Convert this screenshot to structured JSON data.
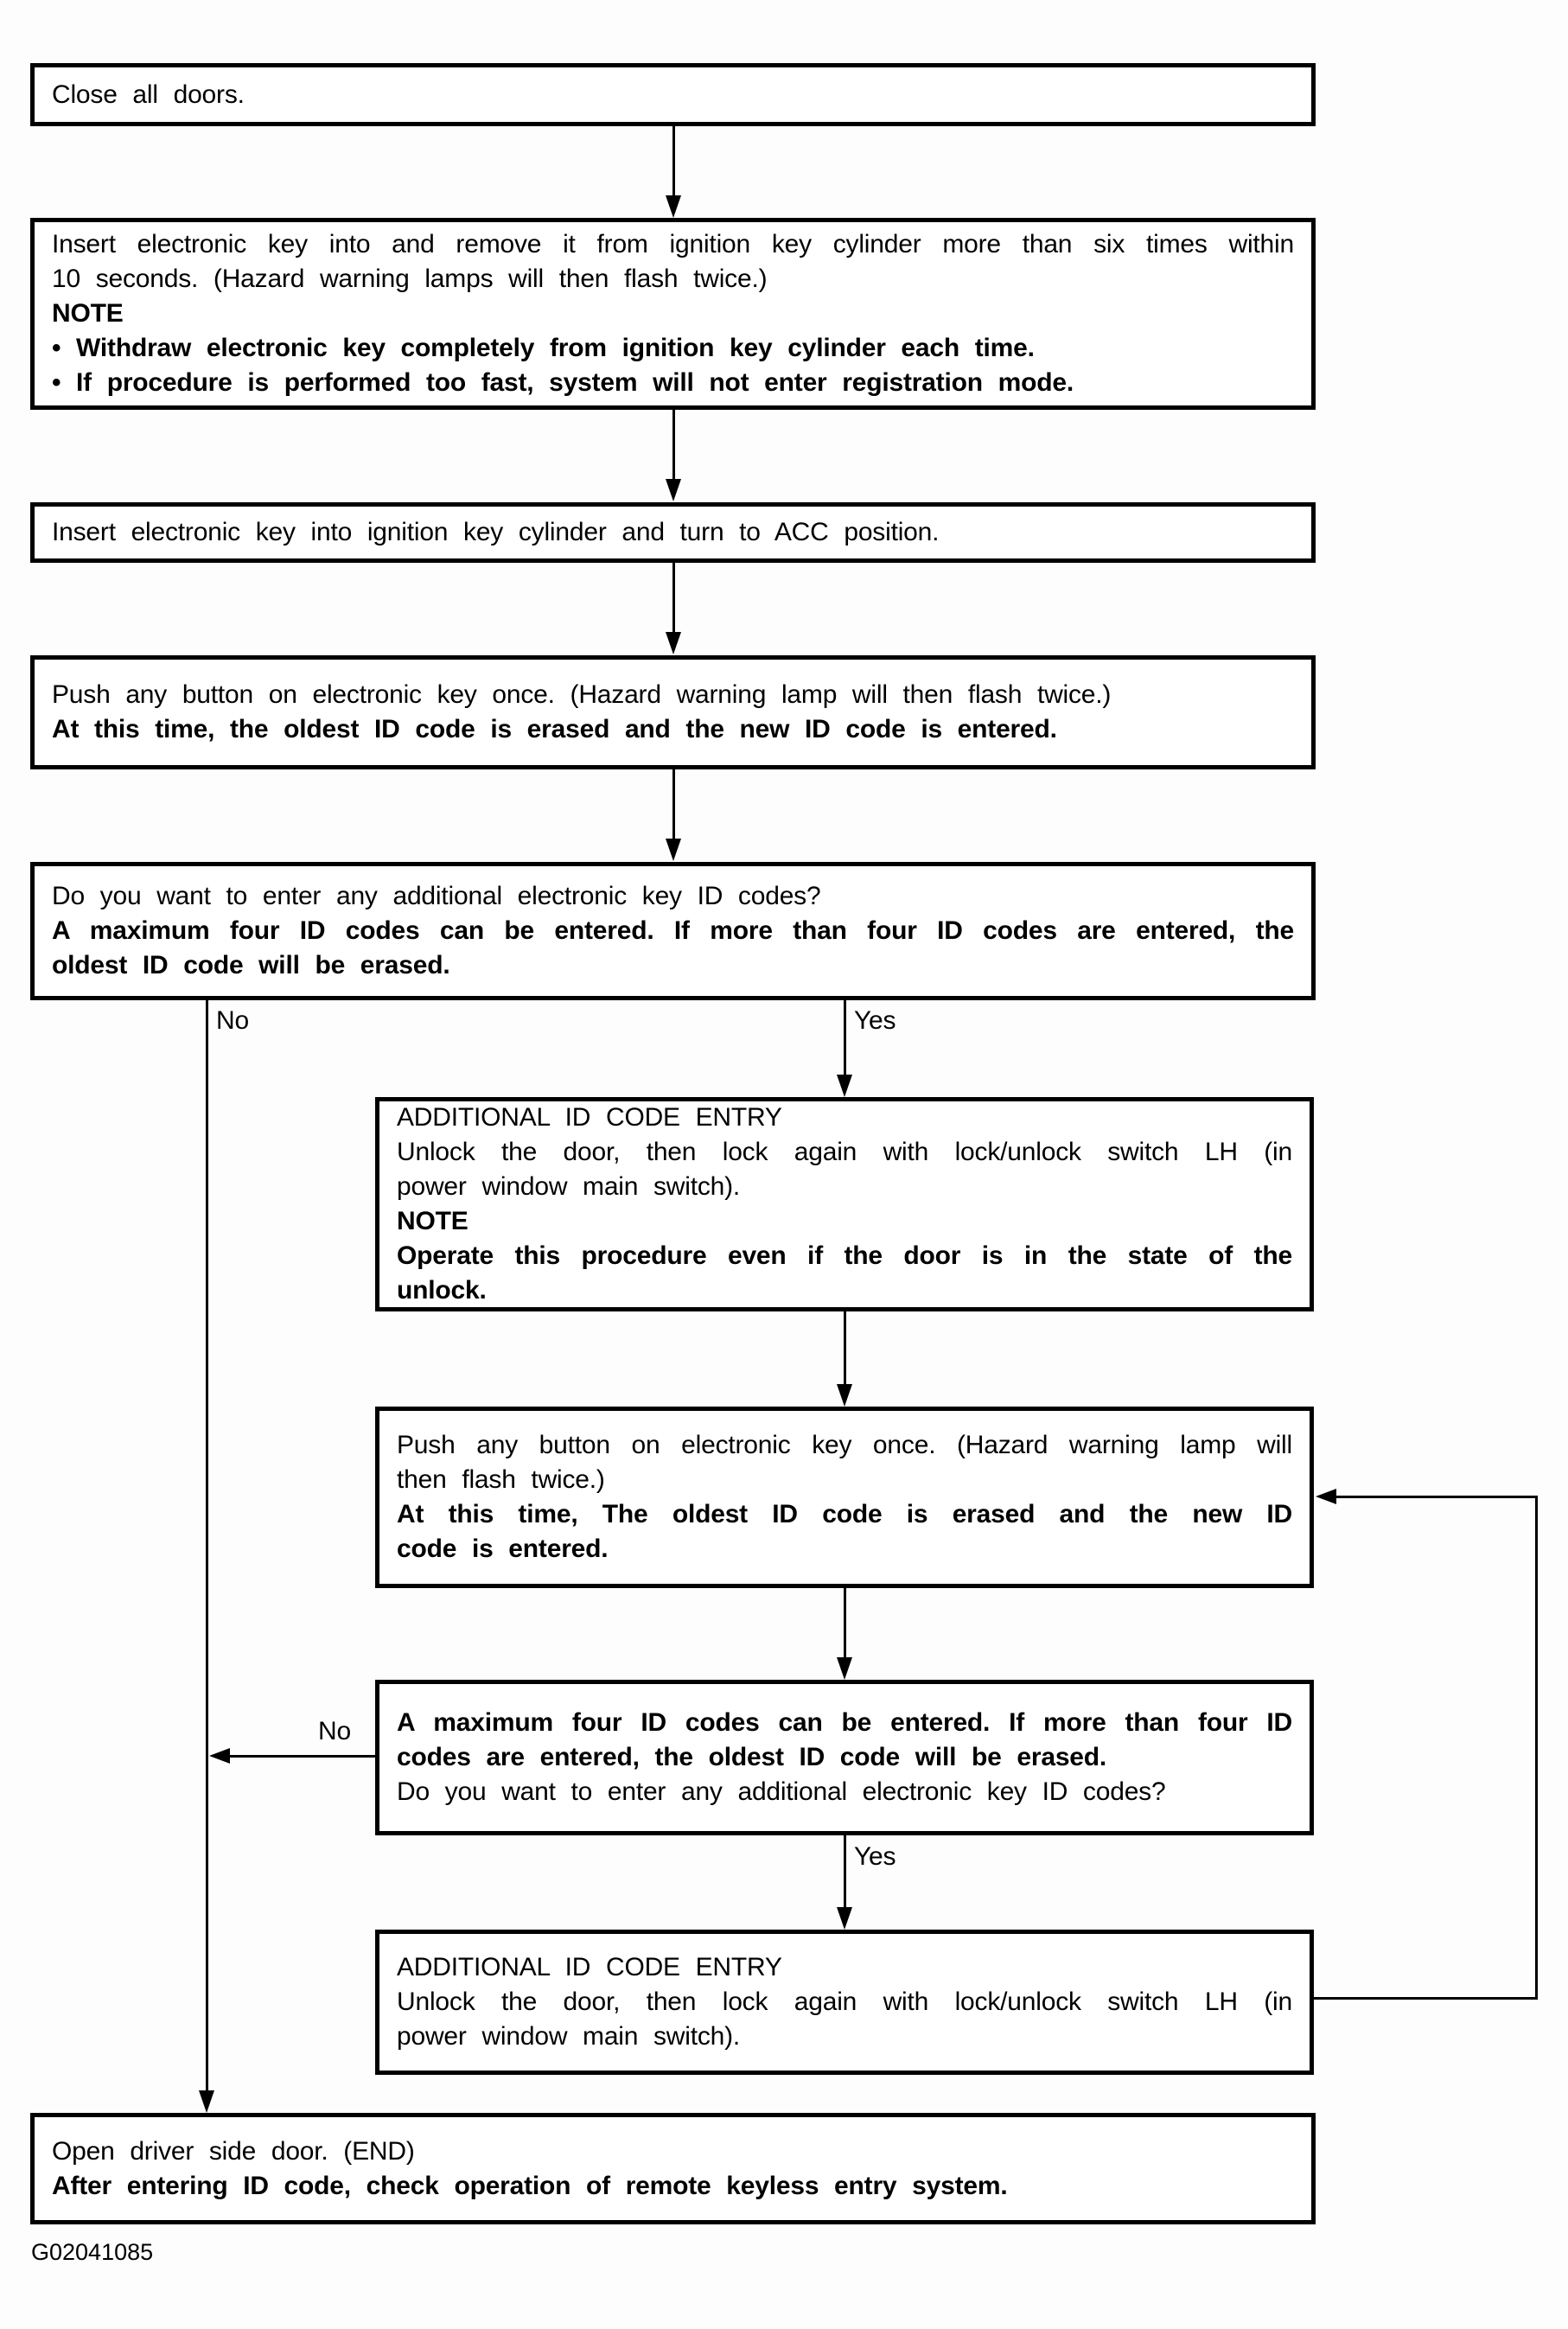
{
  "document": {
    "type": "flowchart",
    "subject": "Electronic key ID code registration procedure"
  },
  "flowchart": {
    "colors": {
      "line": "#000000",
      "box_background": "#ffffff",
      "page_background": "#fdfdfd"
    },
    "boxes": {
      "close_doors": {
        "lines": [
          "Close all doors."
        ]
      },
      "enter_registration": {
        "lines": [
          "Insert electronic key into and remove it from ignition key cylinder more than six times within",
          "10 seconds. (Hazard warning lamps will then flash twice.)",
          "NOTE",
          "• Withdraw electronic key completely from ignition key cylinder each time.",
          "• If procedure is performed too fast, system will not enter registration mode."
        ]
      },
      "acc_position": {
        "lines": [
          "Insert electronic key into ignition key cylinder and turn to ACC position."
        ]
      },
      "push_button_first": {
        "lines": [
          "Push any button on electronic key once. (Hazard warning lamp will then flash twice.)",
          "At this time, the oldest ID code is erased and the new ID code is entered."
        ]
      },
      "additional_question_first": {
        "lines": [
          "Do you want to enter any additional electronic key ID codes?",
          "A maximum four ID codes can be entered. If more than four ID codes are entered, the",
          "oldest ID code will be erased."
        ]
      },
      "additional_entry_first": {
        "lines": [
          "ADDITIONAL ID CODE ENTRY",
          "Unlock the door, then lock again with lock/unlock switch LH (in",
          "power window main switch).",
          "NOTE",
          "Operate this procedure even if the door is in the state of the",
          "unlock."
        ]
      },
      "push_button_repeat": {
        "lines": [
          "Push any button on electronic key once. (Hazard warning lamp will",
          "then flash twice.)",
          "At this time, The oldest ID code is erased and the new ID",
          "code is entered."
        ]
      },
      "additional_question_repeat": {
        "lines": [
          "A maximum four ID codes can be entered. If more than four ID",
          "codes are entered, the oldest ID code will be erased.",
          "Do you want to enter any additional electronic key ID codes?"
        ]
      },
      "additional_entry_repeat": {
        "lines": [
          "ADDITIONAL ID CODE ENTRY",
          "Unlock the door, then lock again with lock/unlock switch LH (in",
          "power window main switch)."
        ]
      },
      "open_door_end": {
        "lines": [
          "Open driver side door. (END)",
          "After entering ID code, check operation of remote keyless entry system."
        ]
      }
    },
    "branch_labels": {
      "no_first": "No",
      "yes_first": "Yes",
      "no_repeat": "No",
      "yes_repeat": "Yes"
    }
  },
  "footer": {
    "figure_id": "G02041085"
  }
}
